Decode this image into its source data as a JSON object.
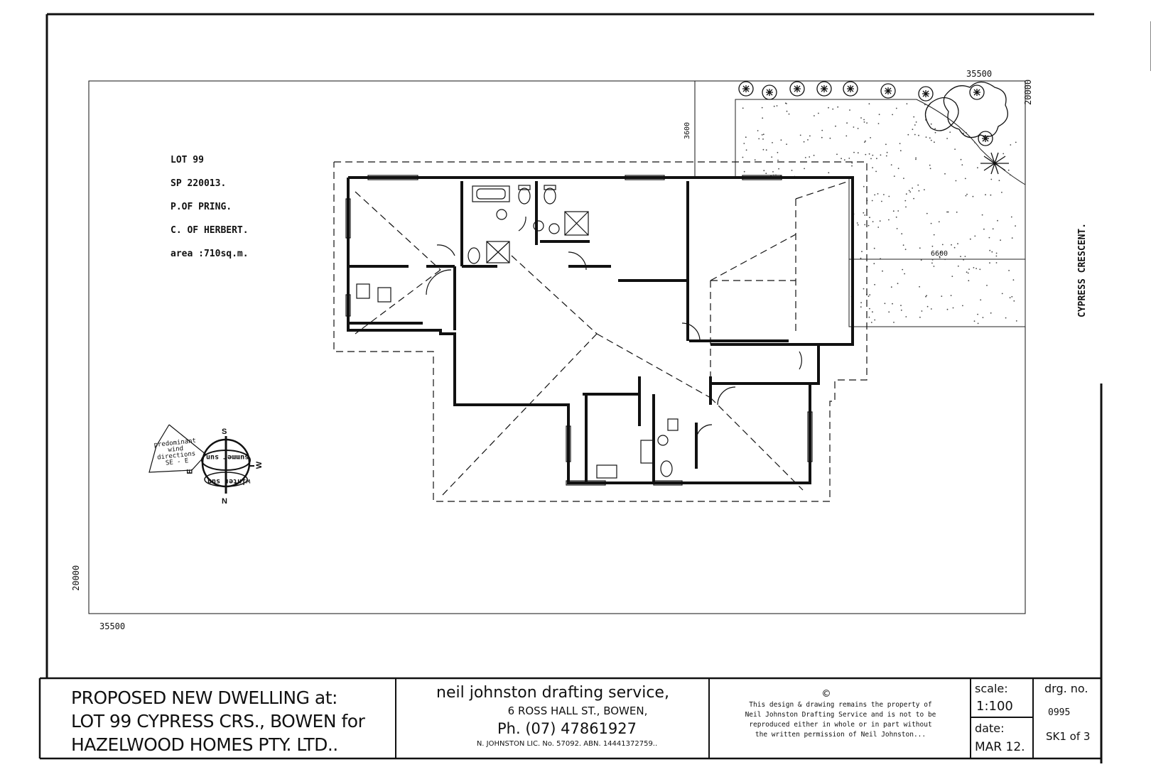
{
  "site": {
    "lot_info": [
      "LOT 99",
      "SP 220013.",
      "P.OF PRING.",
      "C. OF HERBERT.",
      "area :710sq.m."
    ],
    "dim_top_width": "35500",
    "dim_bottom_width": "35500",
    "dim_right_depth": "20000",
    "dim_left_depth": "20000",
    "dim_setback": "3600",
    "dim_driveway": "6600",
    "street_name": "CYPRESS CRESCENT."
  },
  "wind_rose": {
    "predominant_label": [
      "predominant",
      "wind",
      "directions",
      "SE - E"
    ],
    "summer_label": "summer sun",
    "winter_label": "winter sun",
    "compass": {
      "n": "N",
      "s": "S",
      "e": "E",
      "w": "W"
    }
  },
  "title_block": {
    "project_lines": [
      "PROPOSED NEW DWELLING at:",
      "LOT 99 CYPRESS CRS., BOWEN for",
      "HAZELWOOD HOMES PTY. LTD.."
    ],
    "firm_name": "neil johnston drafting service,",
    "firm_address": "6 ROSS HALL ST., BOWEN,",
    "firm_phone": "Ph. (07) 47861927",
    "firm_licence": "N. JOHNSTON LIC. No. 57092. ABN. 14441372759..",
    "copyright_symbol": "©",
    "copyright_lines": [
      "This design & drawing remains the property of",
      "Neil Johnston Drafting Service and is not to be",
      "reproduced either in whole or in part without",
      "the written permission of Neil Johnston..."
    ],
    "scale_label": "scale:",
    "scale_value": "1:100",
    "date_label": "date:",
    "date_value": "MAR 12.",
    "drg_label": "drg. no.",
    "drg_number": "0995",
    "sheet": "SK1 of 3"
  }
}
